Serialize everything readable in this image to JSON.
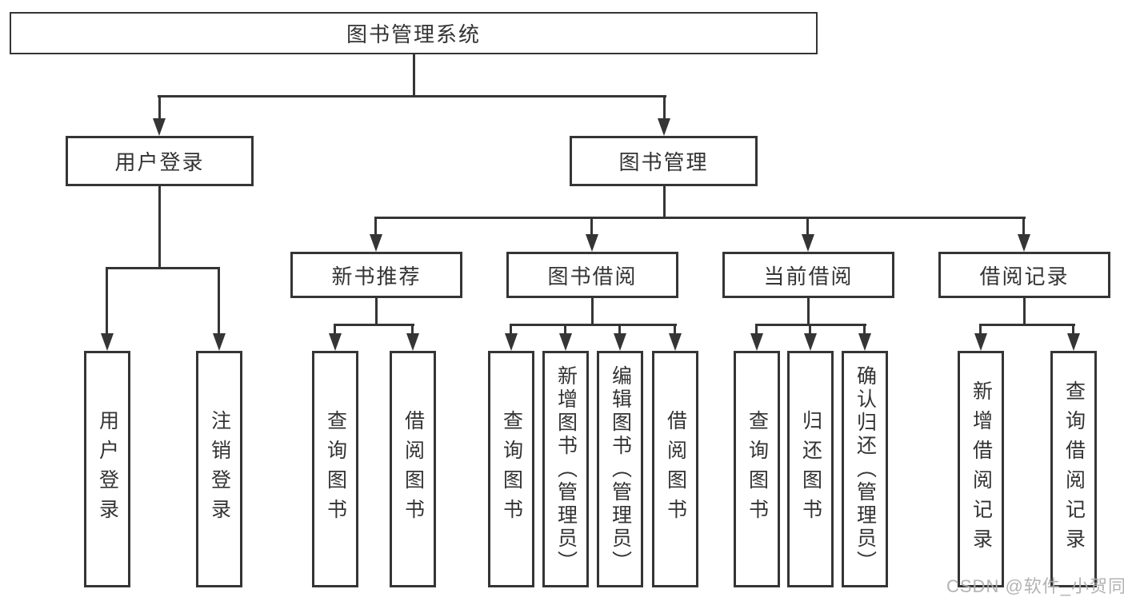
{
  "diagram": {
    "title": "图书管理系统",
    "level2": {
      "user_login": "用户登录",
      "book_management": "图书管理"
    },
    "level3": {
      "new_book_recommend": "新书推荐",
      "book_borrowing": "图书借阅",
      "current_borrowing": "当前借阅",
      "borrowing_records": "借阅记录"
    },
    "leaves": {
      "user_login": [
        "用户登录",
        "注销登录"
      ],
      "new_book_recommend": [
        "查询图书",
        "借阅图书"
      ],
      "book_borrowing": [
        "查询图书",
        "新增图书（管理员）",
        "编辑图书（管理员）",
        "借阅图书"
      ],
      "current_borrowing": [
        "查询图书",
        "归还图书",
        "确认归还（管理员）"
      ],
      "borrowing_records": [
        "新增借阅记录",
        "查询借阅记录"
      ]
    }
  },
  "watermark": "CSDN @软件_小贺同学",
  "colors": {
    "line": "#353535",
    "text": "#333333",
    "background": "#ffffff",
    "watermark": "#afafaf"
  }
}
